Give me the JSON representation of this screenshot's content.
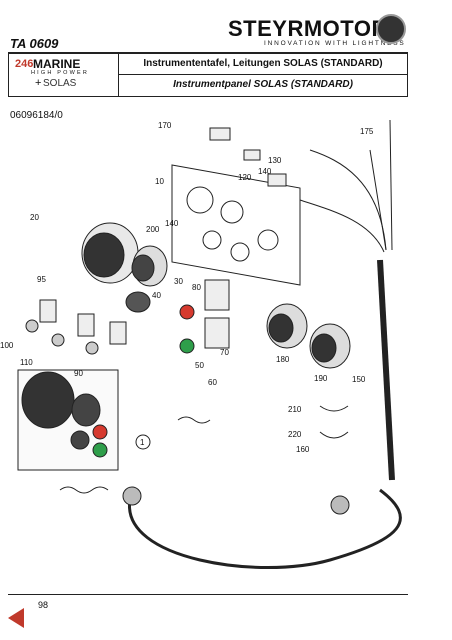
{
  "doc_code": "TA 0609",
  "brand": {
    "name": "STEYRMOTORS",
    "tagline": "INNOVATION WITH LIGHTNESS"
  },
  "series": {
    "number": "246",
    "word": "MARINE",
    "subtitle": "HIGH POWER",
    "plus": "+",
    "variant": "SOLAS"
  },
  "title_de": "Instrumententafel, Leitungen SOLAS (STANDARD)",
  "title_en": "Instrumentpanel SOLAS (STANDARD)",
  "part_number": "06096184/0",
  "callouts": {
    "c170": "170",
    "c175": "175",
    "c130": "130",
    "c120": "120",
    "c140a": "140",
    "c10": "10",
    "c20": "20",
    "c140b": "140",
    "c200": "200",
    "c95": "95",
    "c30": "30",
    "c80": "80",
    "c40": "40",
    "c100": "100",
    "c110": "110",
    "c90": "90",
    "c50": "50",
    "c60": "60",
    "c70": "70",
    "c180": "180",
    "c190": "190",
    "c150": "150",
    "c210": "210",
    "c220": "220",
    "c160": "160",
    "c1": "1"
  },
  "page_number": "98",
  "colors": {
    "accent": "#c0392b",
    "green_lamp": "#2e9e4a",
    "red_lamp": "#d63a2f"
  }
}
